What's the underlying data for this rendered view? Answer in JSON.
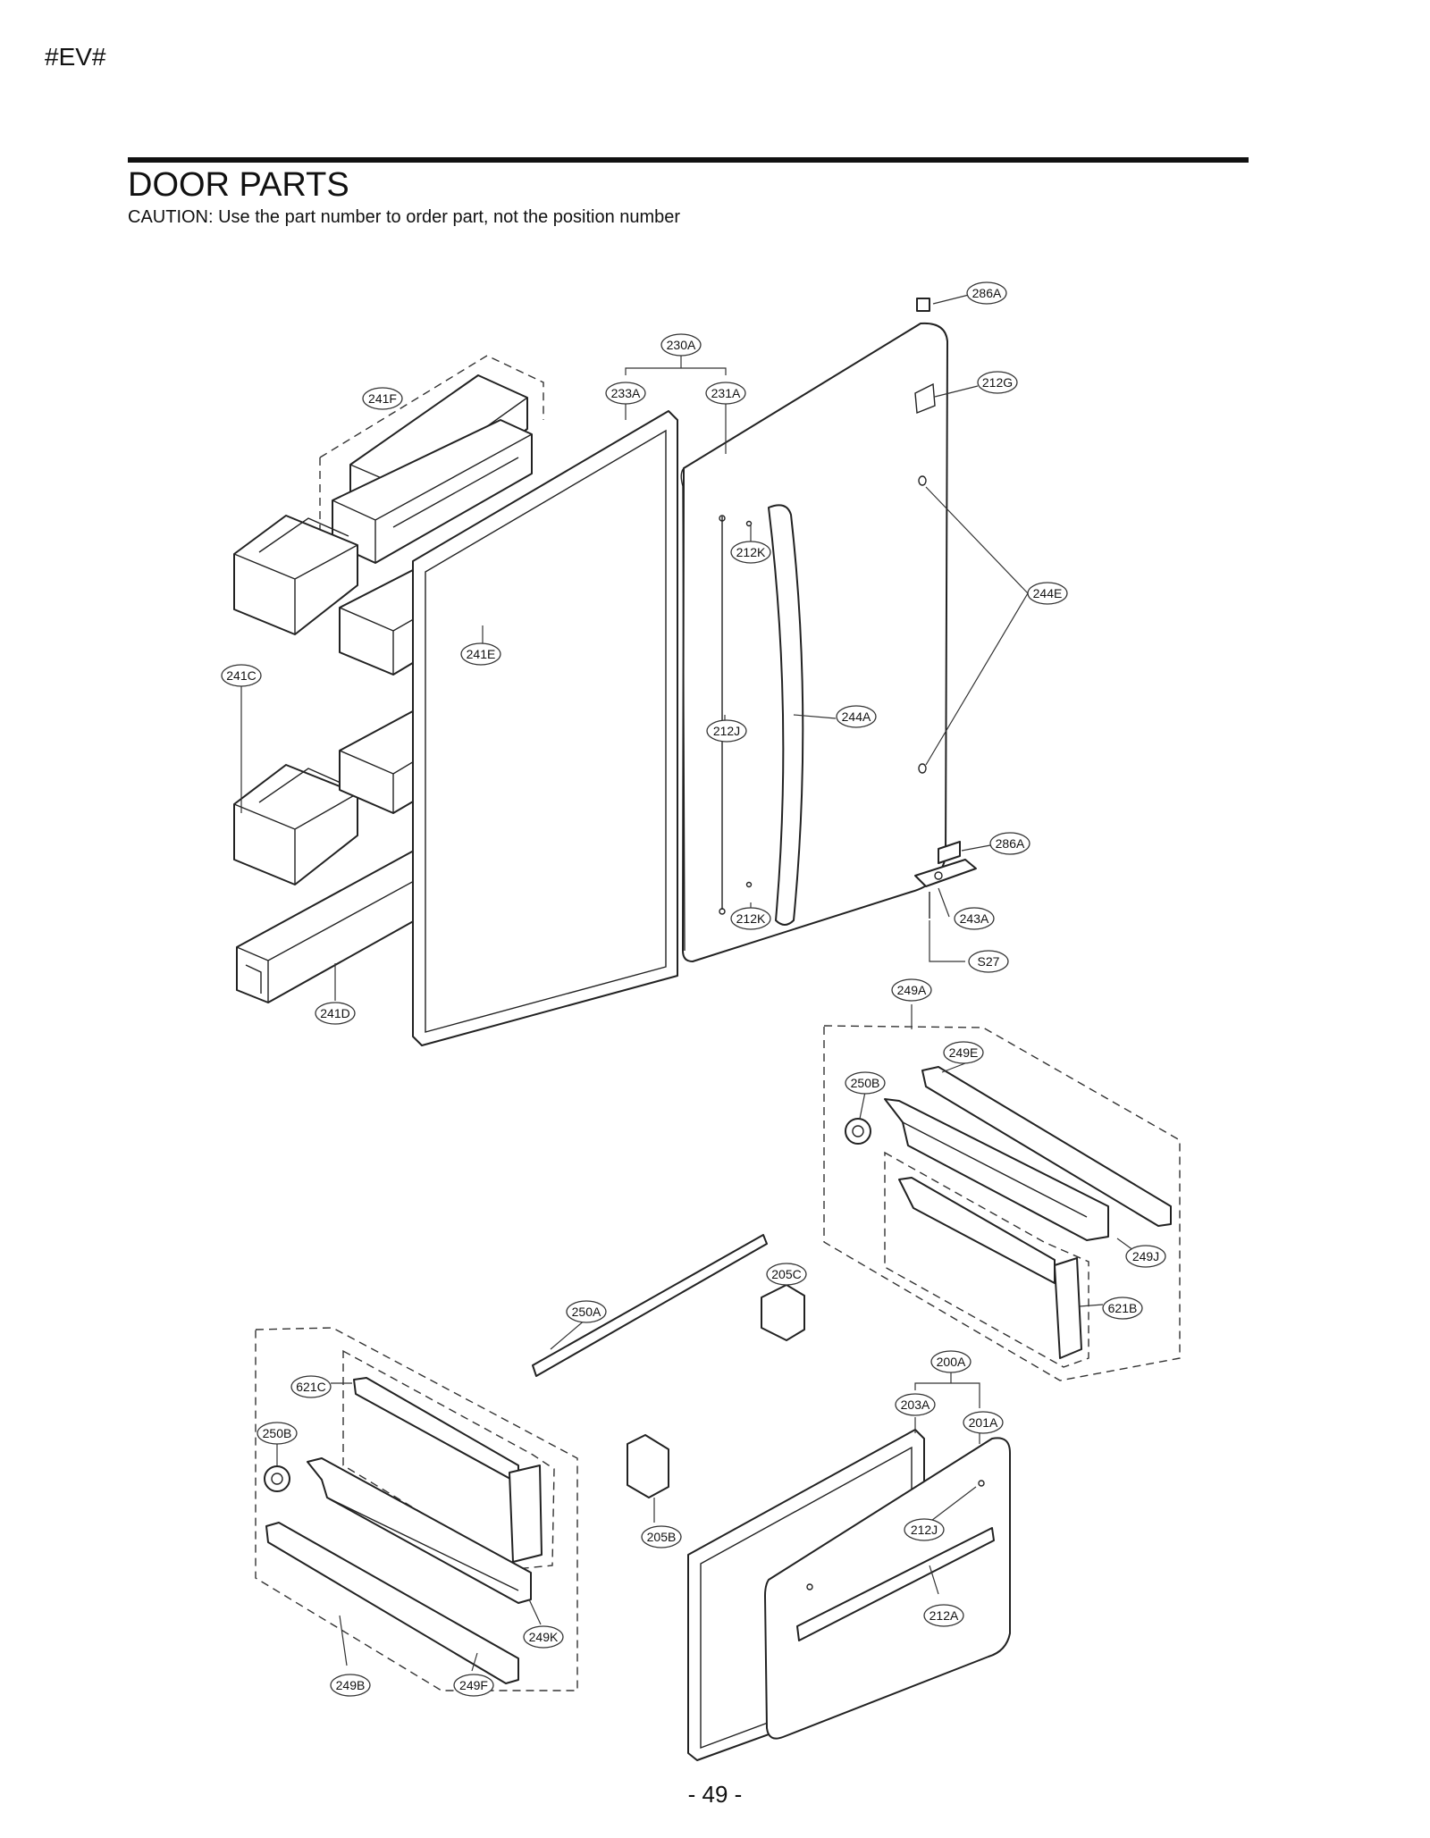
{
  "header_tag": "#EV#",
  "title": "DOOR PARTS",
  "caution": "CAUTION: Use the part number to order part, not the position number",
  "page_number": "- 49 -",
  "callouts": {
    "c286A_top": "286A",
    "c230A": "230A",
    "c233A": "233A",
    "c231A": "231A",
    "c212G": "212G",
    "c241F": "241F",
    "c212K_top": "212K",
    "c244E": "244E",
    "c241E": "241E",
    "c241C": "241C",
    "c212J_top": "212J",
    "c244A": "244A",
    "c286A_mid": "286A",
    "c212K_bot": "212K",
    "c243A": "243A",
    "cS27": "S27",
    "c241D": "241D",
    "c249A": "249A",
    "c249E": "249E",
    "c250B_right": "250B",
    "c249J": "249J",
    "c205C": "205C",
    "c250A": "250A",
    "c621B": "621B",
    "c200A": "200A",
    "c621C": "621C",
    "c203A": "203A",
    "c201A": "201A",
    "c250B_left": "250B",
    "c212J_bot": "212J",
    "c205B": "205B",
    "c212A": "212A",
    "c249K": "249K",
    "c249B": "249B",
    "c249F": "249F"
  }
}
